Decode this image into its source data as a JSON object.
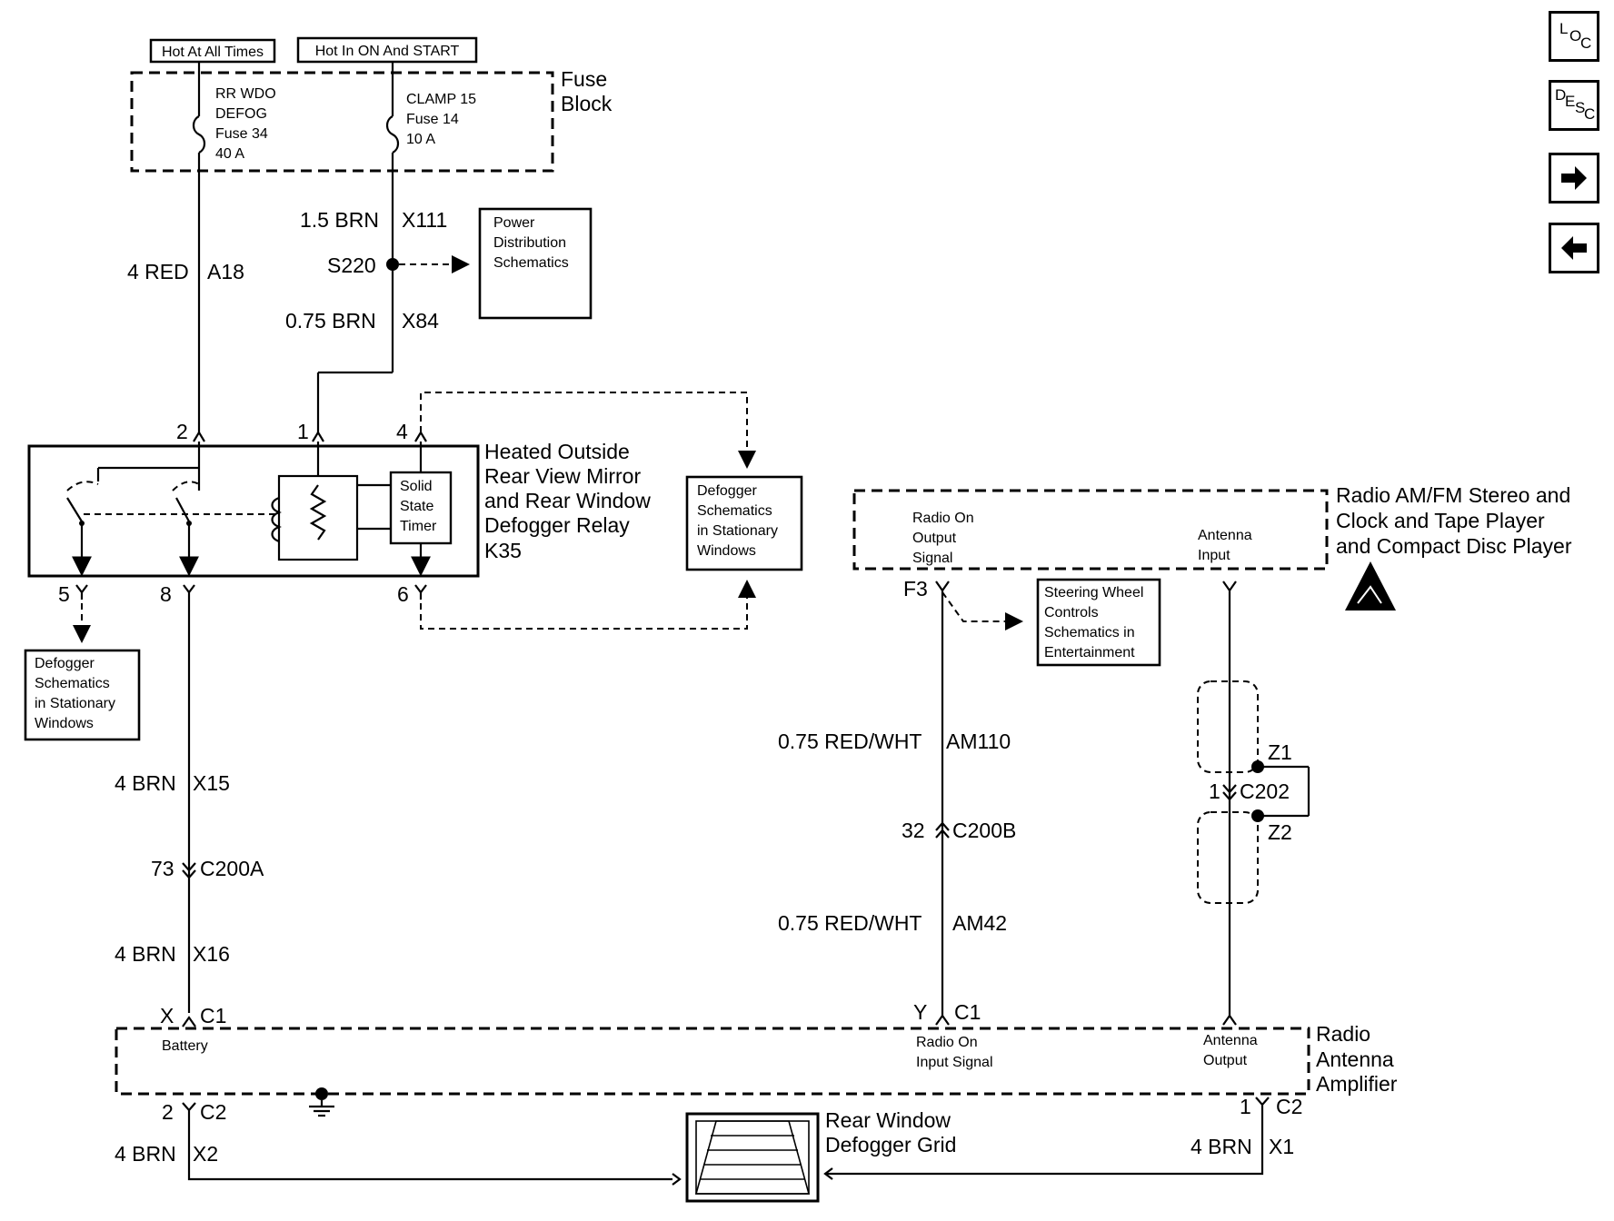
{
  "fuse_block": {
    "title_line1": "Fuse",
    "title_line2": "Block",
    "power_hot_always": "Hot At All Times",
    "power_hot_on_start": "Hot In ON And START",
    "fuse34": {
      "line1": "RR WDO",
      "line2": "DEFOG",
      "line3": "Fuse 34",
      "line4": "40 A"
    },
    "fuse14": {
      "line1": "CLAMP 15",
      "line2": "Fuse 14",
      "line3": "10 A"
    }
  },
  "wires": {
    "w_1_5_brn": "1.5 BRN",
    "w_x111": "X111",
    "w_4_red": "4 RED",
    "w_a18": "A18",
    "splice_s220": "S220",
    "w_0_75_brn": "0.75 BRN",
    "w_x84": "X84",
    "w_4_brn_x15_size": "4 BRN",
    "w_x15": "X15",
    "w_4_brn_x16_size": "4 BRN",
    "w_x16": "X16",
    "w_4_brn_x2_size": "4 BRN",
    "w_x2": "X2",
    "w_4_brn_x1_size": "4 BRN",
    "w_x1": "X1",
    "w_am110_size": "0.75 RED/WHT",
    "w_am110": "AM110",
    "w_am42_size": "0.75 RED/WHT",
    "w_am42": "AM42"
  },
  "connectors": {
    "c200a_pin": "73",
    "c200a": "C200A",
    "c200b_pin": "32",
    "c200b": "C200B",
    "c202_pin": "1",
    "c202": "C202",
    "z1": "Z1",
    "z2": "Z2",
    "amp_battery_pin": "X",
    "amp_battery_conn": "C1",
    "amp_radio_pin": "Y",
    "amp_radio_conn": "C1",
    "amp_c2_left_pin": "2",
    "amp_c2_left": "C2",
    "amp_c2_right_pin": "1",
    "amp_c2_right": "C2",
    "radio_f3": "F3"
  },
  "relay": {
    "title_line1": "Heated Outside",
    "title_line2": "Rear View Mirror",
    "title_line3": "and Rear Window",
    "title_line4": "Defogger Relay",
    "title_line5": "K35",
    "pin2": "2",
    "pin1": "1",
    "pin4": "4",
    "pin5": "5",
    "pin8": "8",
    "pin6": "6",
    "timer_line1": "Solid",
    "timer_line2": "State",
    "timer_line3": "Timer"
  },
  "refs": {
    "power_dist": {
      "line1": "Power",
      "line2": "Distribution",
      "line3": "Schematics"
    },
    "defog_right": {
      "line1": "Defogger",
      "line2": "Schematics",
      "line3": "in Stationary",
      "line4": "Windows"
    },
    "defog_left": {
      "line1": "Defogger",
      "line2": "Schematics",
      "line3": "in Stationary",
      "line4": "Windows"
    },
    "steering": {
      "line1": "Steering Wheel",
      "line2": "Controls",
      "line3": "Schematics in",
      "line4": "Entertainment"
    }
  },
  "radio": {
    "title_line1": "Radio AM/FM Stereo and",
    "title_line2": "Clock and Tape Player",
    "title_line3": "and Compact Disc Player",
    "out_signal_line1": "Radio On",
    "out_signal_line2": "Output",
    "out_signal_line3": "Signal",
    "antenna_in_line1": "Antenna",
    "antenna_in_line2": "Input"
  },
  "amplifier": {
    "title_line1": "Radio",
    "title_line2": "Antenna",
    "title_line3": "Amplifier",
    "battery": "Battery",
    "radio_in_line1": "Radio On",
    "radio_in_line2": "Input Signal",
    "antenna_out_line1": "Antenna",
    "antenna_out_line2": "Output"
  },
  "grid": {
    "title_line1": "Rear Window",
    "title_line2": "Defogger Grid"
  },
  "nav": {
    "loc_l": "L",
    "loc_o": "O",
    "loc_c": "C",
    "desc_d": "D",
    "desc_e": "E",
    "desc_s": "S",
    "desc_c": "C",
    "next_icon": "arrow-right-icon",
    "prev_icon": "arrow-left-icon"
  }
}
